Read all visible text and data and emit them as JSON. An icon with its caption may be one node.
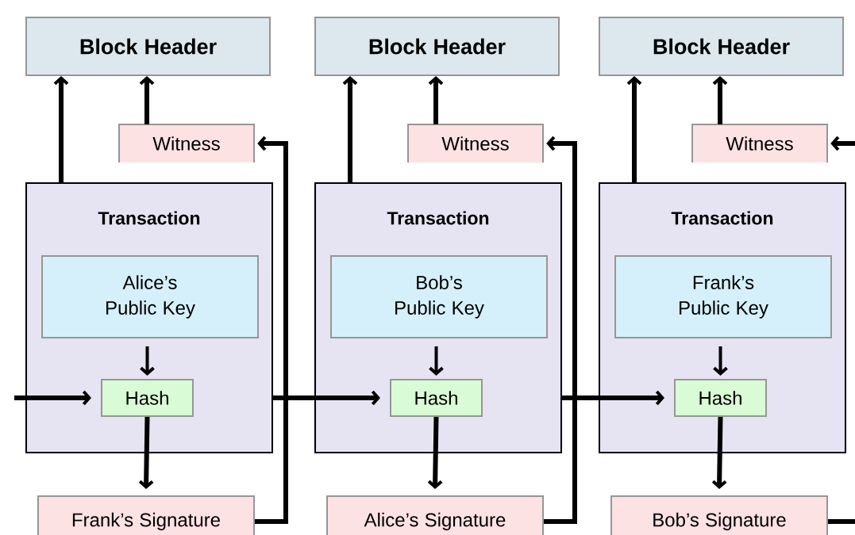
{
  "diagram": {
    "nodes": [
      {
        "text": [
          "Block Header"
        ]
      },
      {
        "text": [
          "Block Header"
        ]
      },
      {
        "text": [
          "Block Header"
        ]
      },
      {
        "text": [
          "Witness"
        ]
      },
      {
        "text": [
          "Witness"
        ]
      },
      {
        "text": [
          "Witness"
        ]
      },
      {
        "text": [
          "Transaction"
        ]
      },
      {
        "text": [
          "Transaction"
        ]
      },
      {
        "text": [
          "Transaction"
        ]
      },
      {
        "text": [
          "Alice’s Public Key"
        ],
        "in": 6
      },
      {
        "text": [
          "Bob’s Public Key"
        ],
        "in": 7
      },
      {
        "text": [
          "Frank’s Public Key"
        ],
        "in": 8
      },
      {
        "text": [
          "Hash"
        ],
        "in": 6
      },
      {
        "text": [
          "Hash"
        ],
        "in": 7
      },
      {
        "text": [
          "Hash"
        ],
        "in": 8
      },
      {
        "text": [
          "Frank’s Signature"
        ]
      },
      {
        "text": [
          "Alice’s Signature"
        ]
      },
      {
        "text": [
          "Bob’s Signature"
        ]
      }
    ],
    "edges": [
      {
        "from": 6,
        "to": 0,
        "arrow": "to"
      },
      {
        "from": 3,
        "to": 0,
        "arrow": "to"
      },
      {
        "from": 7,
        "to": 1,
        "arrow": "to"
      },
      {
        "from": 4,
        "to": 1,
        "arrow": "to"
      },
      {
        "from": 8,
        "to": 2,
        "arrow": "to"
      },
      {
        "from": 5,
        "to": 2,
        "arrow": "to"
      },
      {
        "from": 9,
        "to": 12,
        "arrow": "to"
      },
      {
        "from": 10,
        "to": 13,
        "arrow": "to"
      },
      {
        "from": 11,
        "to": 14,
        "arrow": "to"
      },
      {
        "from": 12,
        "to": 15,
        "arrow": "to"
      },
      {
        "from": 13,
        "to": 16,
        "arrow": "to"
      },
      {
        "from": 14,
        "to": 17,
        "arrow": "to"
      },
      {
        "from": null,
        "to": 12,
        "arrow": "to"
      },
      {
        "from": 6,
        "to": 13,
        "arrow": "to"
      },
      {
        "from": 7,
        "to": 14,
        "arrow": "to"
      },
      {
        "from": 15,
        "to": 3,
        "arrow": "to"
      },
      {
        "from": 16,
        "to": 4,
        "arrow": "to"
      },
      {
        "from": 17,
        "to": null,
        "arrow": "none"
      },
      {
        "from": null,
        "to": 5,
        "arrow": "to"
      }
    ]
  }
}
